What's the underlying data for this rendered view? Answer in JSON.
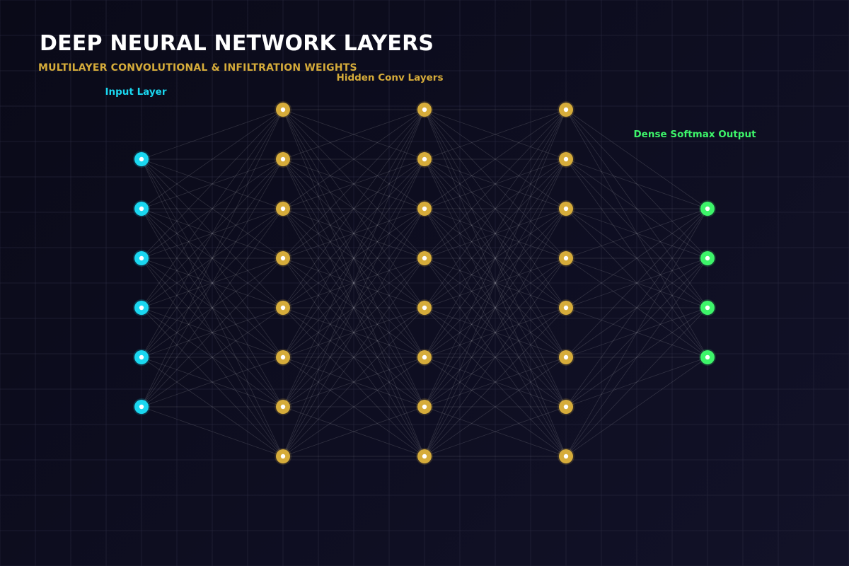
{
  "title": "DEEP NEURAL NETWORK LAYERS",
  "subtitle": "MULTILAYER CONVOLUTIONAL & INFILTRATION WEIGHTS",
  "colors": {
    "background": "#0d0d1f",
    "grid": "#2a2a40",
    "edge": "#ffffff",
    "input": "#1ad7f0",
    "hidden": "#d6ac3a",
    "output": "#3df56a",
    "node_core": "#ffffff"
  },
  "labels": {
    "input": "Input Layer",
    "hidden": "Hidden Conv Layers",
    "output": "Dense Softmax Output"
  },
  "layers": [
    {
      "id": "input",
      "kind": "input",
      "neurons": 6
    },
    {
      "id": "hidden-1",
      "kind": "hidden",
      "neurons": 8
    },
    {
      "id": "hidden-2",
      "kind": "hidden",
      "neurons": 8
    },
    {
      "id": "hidden-3",
      "kind": "hidden",
      "neurons": 8
    },
    {
      "id": "output",
      "kind": "output",
      "neurons": 4
    }
  ]
}
